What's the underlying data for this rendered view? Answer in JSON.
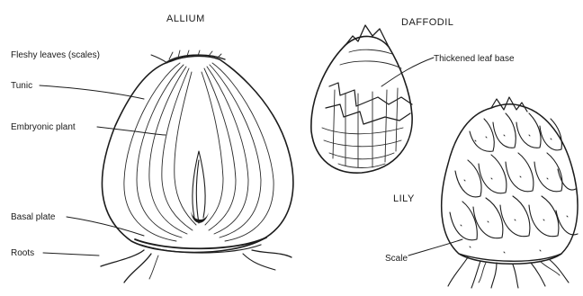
{
  "titles": {
    "allium": "ALLIUM",
    "daffodil": "DAFFODIL",
    "lily": "LILY"
  },
  "labels": {
    "fleshy_leaves": "Fleshy leaves (scales)",
    "tunic": "Tunic",
    "embryonic_plant": "Embryonic plant",
    "basal_plate": "Basal plate",
    "roots": "Roots",
    "thickened_leaf_base": "Thickened leaf base",
    "scale": "Scale"
  }
}
